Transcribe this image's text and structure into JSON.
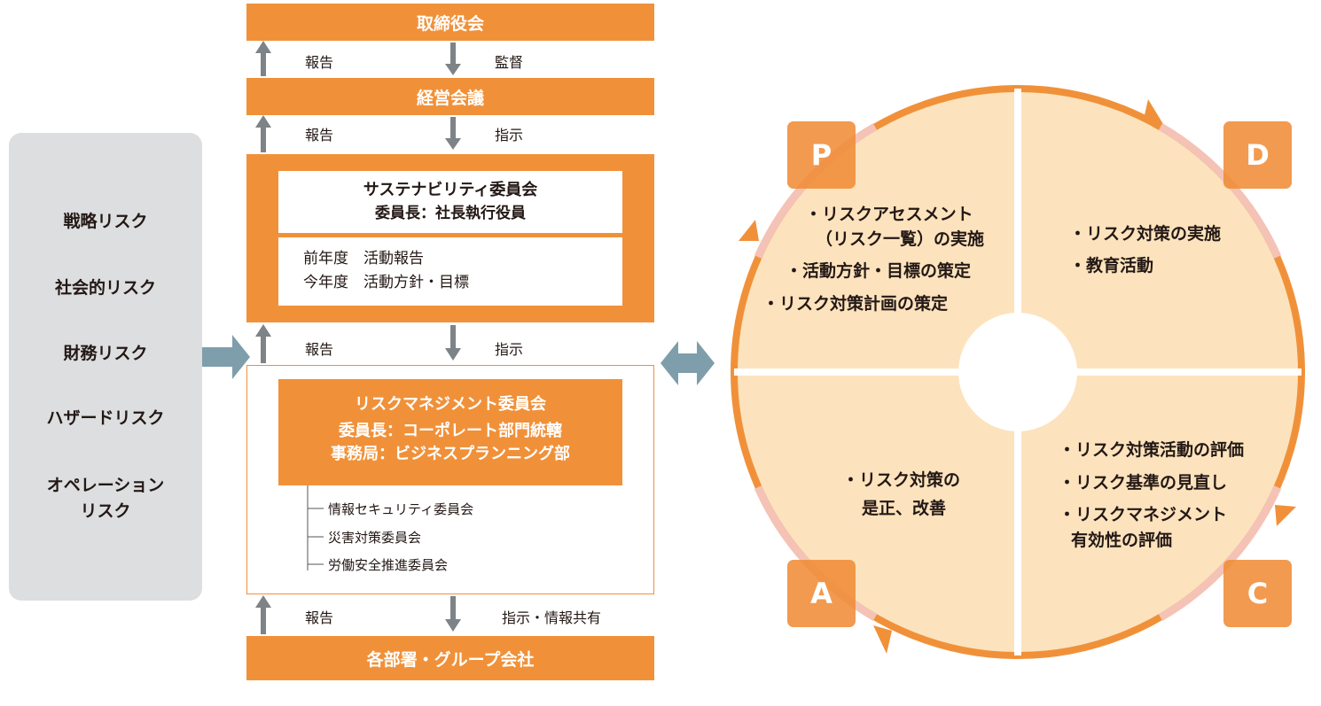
{
  "org": {
    "board": "取締役会",
    "exec_meeting": "経営会議",
    "arrows1": {
      "up": "報告",
      "down": "監督"
    },
    "arrows2": {
      "up": "報告",
      "down": "指示"
    },
    "sustainability": {
      "title": "サステナビリティ委員会",
      "chair": "委員長：社長執行役員",
      "line1": "前年度　活動報告",
      "line2": "今年度　活動方針・目標"
    },
    "arrows3": {
      "up": "報告",
      "down": "指示"
    },
    "risk_committee": {
      "title": "リスクマネジメント委員会",
      "chair": "委員長：コーポレート部門統轄",
      "secretariat": "事務局：ビジネスプランニング部",
      "subcommittees": [
        "情報セキュリティ委員会",
        "災害対策委員会",
        "労働安全推進委員会"
      ]
    },
    "arrows4": {
      "up": "報告",
      "down": "指示・情報共有"
    },
    "departments": "各部署・グループ会社"
  },
  "risks": [
    "戦略リスク",
    "社会的リスク",
    "財務リスク",
    "ハザードリスク",
    "オペレーション",
    "リスク"
  ],
  "pdca": {
    "P": {
      "letter": "P",
      "items": [
        "・リスクアセスメント",
        "（リスク一覧）の実施",
        "・活動方針・目標の策定",
        "・リスク対策計画の策定"
      ]
    },
    "D": {
      "letter": "D",
      "items": [
        "・リスク対策の実施",
        "・教育活動"
      ]
    },
    "C": {
      "letter": "C",
      "items": [
        "・リスク対策活動の評価",
        "・リスク基準の見直し",
        "・リスクマネジメント",
        "有効性の評価"
      ]
    },
    "A": {
      "letter": "A",
      "items": [
        "・リスク対策の",
        "是正、改善"
      ]
    }
  },
  "colors": {
    "orange": "#f0913a",
    "arrow_gray": "#7d8386",
    "blue_gray": "#7f9eab",
    "cream": "#fce3bd",
    "risk_bg": "#dcdedf"
  }
}
